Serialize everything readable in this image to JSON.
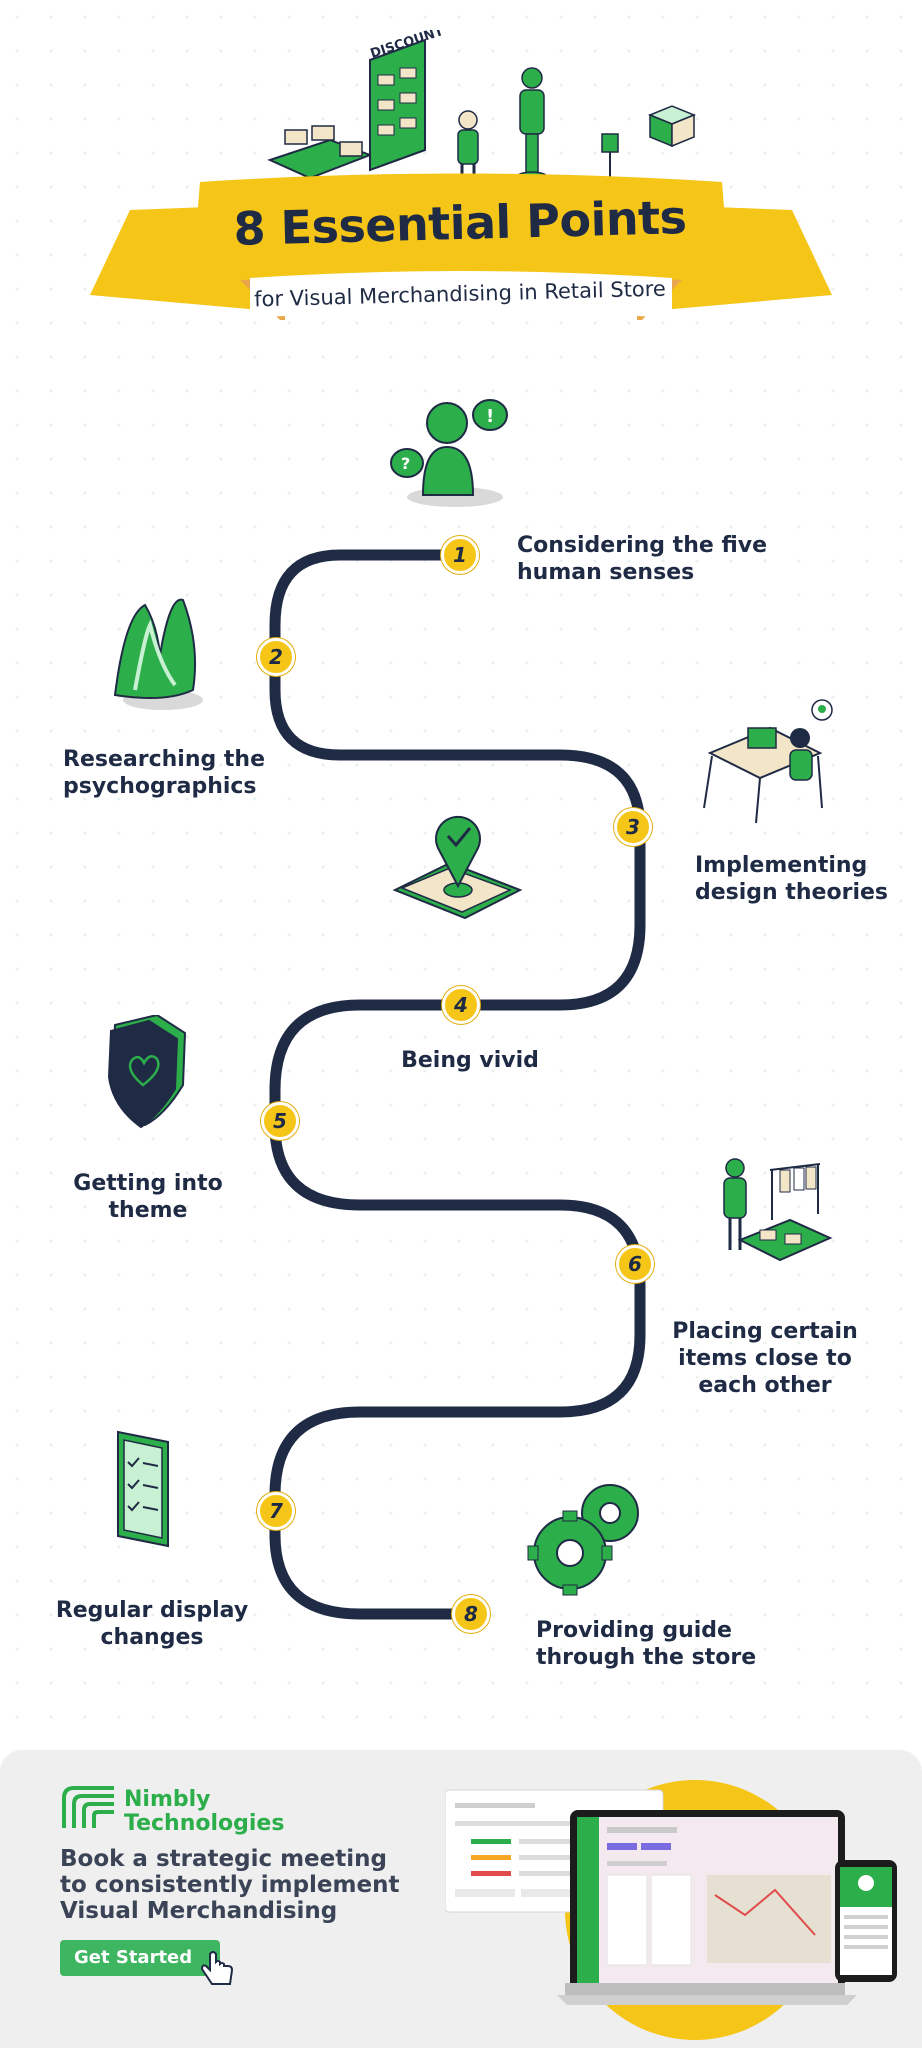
{
  "header": {
    "title": "8 Essential Points",
    "subtitle": "for Visual Merchandising in Retail Store",
    "sign_text": "DISCOUNT"
  },
  "points": [
    {
      "number": "1",
      "lines": [
        "Considering the five",
        "human senses"
      ],
      "icon": "speech-bubbles-person-icon"
    },
    {
      "number": "2",
      "lines": [
        "Researching the",
        "psychographics"
      ],
      "icon": "abstract-shape-icon"
    },
    {
      "number": "3",
      "lines": [
        "Implementing",
        "design theories"
      ],
      "icon": "designer-at-desk-icon"
    },
    {
      "number": "4",
      "lines": [
        "Being vivid"
      ],
      "icon": "map-pin-icon"
    },
    {
      "number": "5",
      "lines": [
        "Getting into",
        "theme"
      ],
      "icon": "shield-heart-icon"
    },
    {
      "number": "6",
      "lines": [
        "Placing certain",
        "items close to",
        "each other"
      ],
      "icon": "store-display-icon"
    },
    {
      "number": "7",
      "lines": [
        "Regular display",
        "changes"
      ],
      "icon": "clipboard-checklist-icon"
    },
    {
      "number": "8",
      "lines": [
        "Providing guide",
        "through the store"
      ],
      "icon": "gears-icon"
    }
  ],
  "footer": {
    "brand_line1": "Nimbly",
    "brand_line2": "Technologies",
    "cta_lines": [
      "Book a strategic meeting",
      "to consistently implement",
      "Visual Merchandising"
    ],
    "button_label": "Get Started"
  },
  "colors": {
    "navy": "#1f2a44",
    "yellow": "#f5c518",
    "green": "#2cae4b",
    "footer_bg": "#efefef"
  }
}
